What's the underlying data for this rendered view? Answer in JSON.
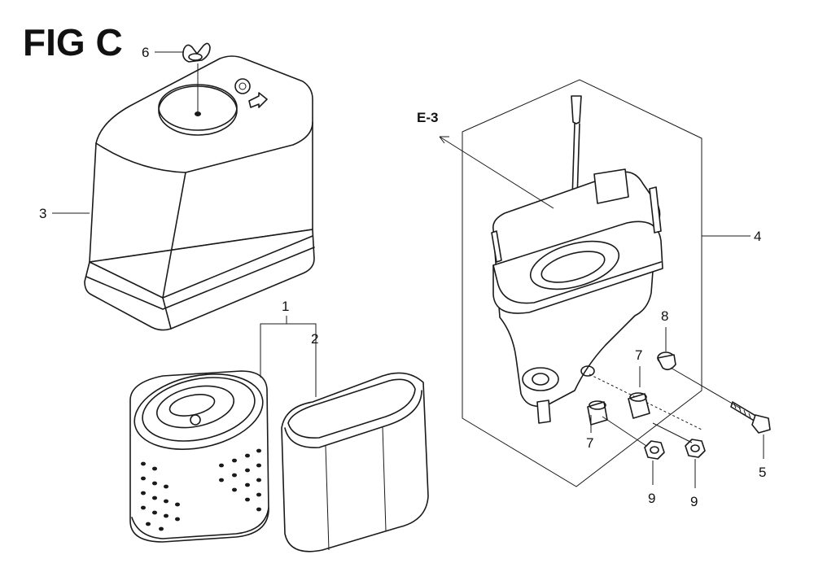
{
  "figure": {
    "title": "FIG C",
    "reference": "E-3"
  },
  "callouts": {
    "c1": "1",
    "c2": "2",
    "c3": "3",
    "c4": "4",
    "c5": "5",
    "c6": "6",
    "c7a": "7",
    "c7b": "7",
    "c8": "8",
    "c9a": "9",
    "c9b": "9"
  }
}
